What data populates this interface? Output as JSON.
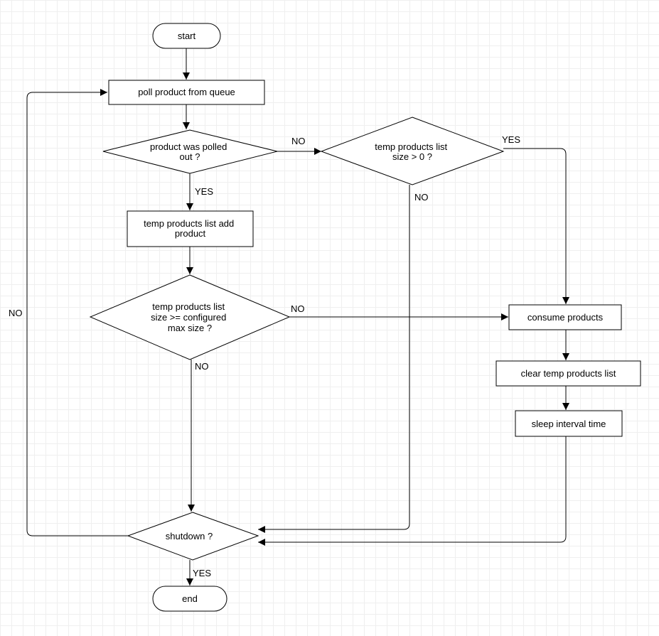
{
  "flowchart": {
    "nodes": {
      "start": "start",
      "poll": "poll product from queue",
      "polled_out": [
        "product was polled",
        "out ?"
      ],
      "list_gt_zero": [
        "temp products list",
        "size > 0 ?"
      ],
      "list_add": [
        "temp products list add",
        "product"
      ],
      "max_size": [
        "temp products list",
        "size >= configured",
        "max size ?"
      ],
      "consume": "consume products",
      "clear": "clear temp products list",
      "sleep": "sleep interval time",
      "shutdown": "shutdown ?",
      "end": "end"
    },
    "edge_labels": {
      "polled_out_no": "NO",
      "polled_out_yes": "YES",
      "list_gt_zero_yes": "YES",
      "list_gt_zero_no": "NO",
      "max_size_no_right": "NO",
      "max_size_no_down": "NO",
      "shutdown_no": "NO",
      "shutdown_yes": "YES"
    }
  }
}
